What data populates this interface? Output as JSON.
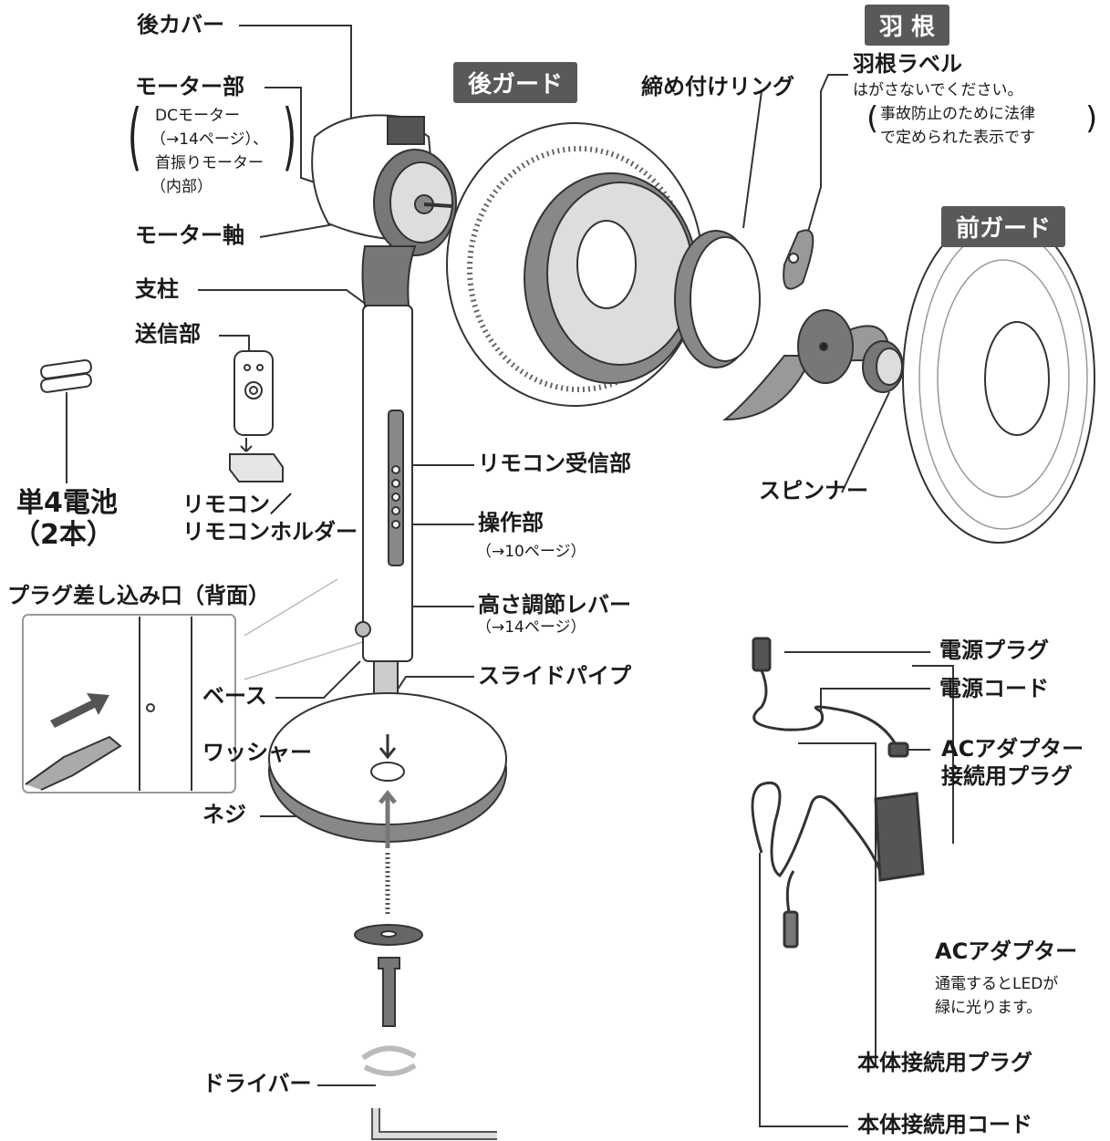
{
  "tags": {
    "rear_guard": "後ガード",
    "blade": "羽 根",
    "front_guard": "前ガード"
  },
  "labels": {
    "rear_cover": "後カバー",
    "motor": "モーター部",
    "motor_note": [
      "DCモーター",
      "（→14ページ）、",
      "首振りモーター",
      "（内部）"
    ],
    "motor_shaft": "モーター軸",
    "pole": "支柱",
    "transmitter": "送信部",
    "battery": "単4電池",
    "battery_count": "（2本）",
    "remote": "リモコン／",
    "remote_holder": "リモコンホルダー",
    "plug_inlet": "プラグ差し込み口（背面）",
    "remote_receiver": "リモコン受信部",
    "control_panel": "操作部",
    "control_panel_ref": "（→10ページ）",
    "height_lever": "高さ調節レバー",
    "height_lever_ref": "（→14ページ）",
    "slide_pipe": "スライドパイプ",
    "base": "ベース",
    "washer": "ワッシャー",
    "screw": "ネジ",
    "driver": "ドライバー",
    "tightening_ring": "締め付けリング",
    "blade_label": "羽根ラベル",
    "blade_label_note": "はがさないでください。",
    "blade_label_note2": [
      "事故防止のために法律",
      "で定められた表示です"
    ],
    "spinner": "スピンナー",
    "power_plug": "電源プラグ",
    "power_cord": "電源コード",
    "ac_plug": [
      "ACアダプター",
      "接続用プラグ"
    ],
    "ac_adapter": "ACアダプター",
    "ac_adapter_note": [
      "通電するとLEDが",
      "緑に光ります。"
    ],
    "body_plug": "本体接続用プラグ",
    "body_cord": "本体接続用コード"
  }
}
